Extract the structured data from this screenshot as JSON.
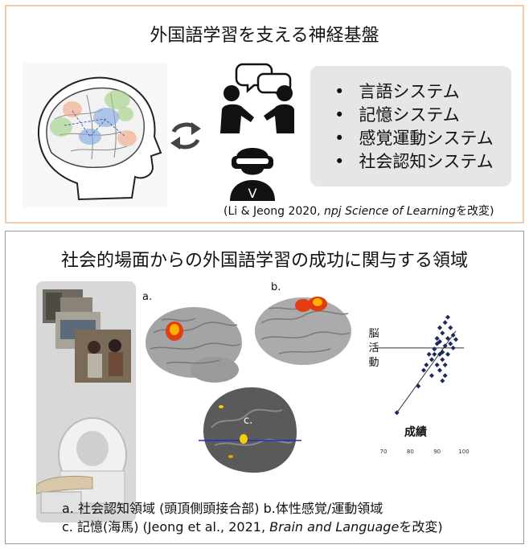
{
  "top": {
    "title": "外国語学習を支える神経基盤",
    "systems": [
      "言語システム",
      "記憶システム",
      "感覚運動システム",
      "社会認知システム"
    ],
    "citation_prefix": "(Li & Jeong 2020, ",
    "citation_journal": "npj Science of Learning",
    "citation_suffix": "を改変)",
    "vr_label": "V"
  },
  "bottom": {
    "title": "社会的場面からの外国語学習の成功に関与する領域",
    "label_a": "a.",
    "label_b": "b.",
    "label_c": "c.",
    "caption_line1": "a. 社会認知領域 (頭頂側頭接合部) b.体性感覚/運動領域",
    "caption_line2_prefix": "c. 記憶(海馬) (Jeong et al., 2021, ",
    "caption_line2_journal": "Brain and Language",
    "caption_line2_suffix": "を改変)"
  },
  "chart_data": {
    "type": "scatter",
    "ylabel": "脳活動",
    "xlabel": "成績",
    "x_ticks": [
      70,
      80,
      90,
      100
    ],
    "xlim": [
      70,
      100
    ],
    "ylim": [
      0,
      1
    ],
    "points": [
      [
        75,
        0.05
      ],
      [
        83,
        0.3
      ],
      [
        85,
        0.45
      ],
      [
        86,
        0.5
      ],
      [
        87,
        0.6
      ],
      [
        88,
        0.4
      ],
      [
        88,
        0.55
      ],
      [
        89,
        0.6
      ],
      [
        89,
        0.65
      ],
      [
        90,
        0.5
      ],
      [
        90,
        0.7
      ],
      [
        90,
        0.75
      ],
      [
        91,
        0.45
      ],
      [
        91,
        0.6
      ],
      [
        91,
        0.72
      ],
      [
        92,
        0.35
      ],
      [
        92,
        0.55
      ],
      [
        92,
        0.62
      ],
      [
        92,
        0.8
      ],
      [
        93,
        0.5
      ],
      [
        93,
        0.68
      ],
      [
        93,
        0.9
      ],
      [
        94,
        0.6
      ],
      [
        94,
        0.75
      ],
      [
        94,
        0.95
      ],
      [
        95,
        0.7
      ],
      [
        95,
        0.85
      ],
      [
        96,
        0.78
      ],
      [
        96,
        0.66
      ],
      [
        97,
        0.74
      ],
      [
        91,
        0.85
      ],
      [
        93,
        0.4
      ]
    ],
    "trend": [
      [
        75,
        0.05
      ],
      [
        97,
        0.82
      ]
    ],
    "ref_y": 0.66
  }
}
